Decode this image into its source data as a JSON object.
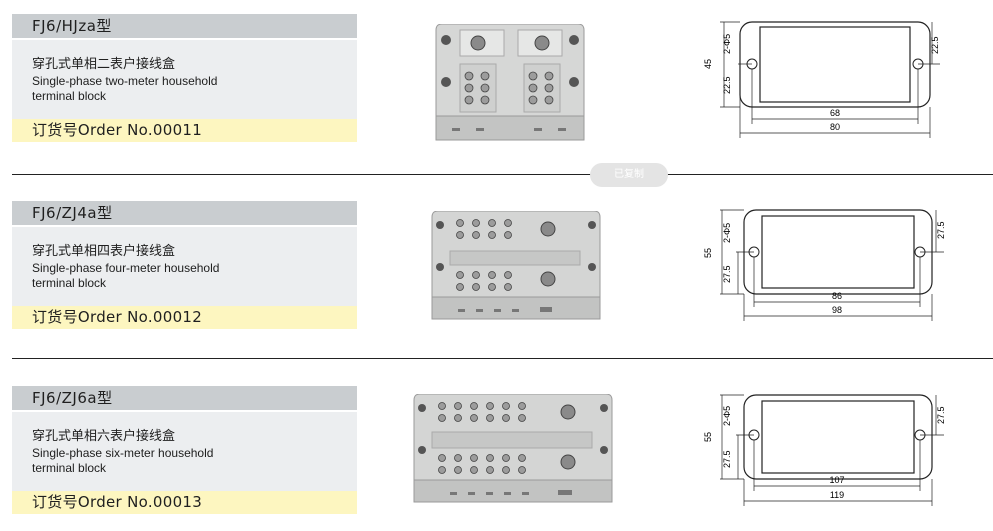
{
  "products": [
    {
      "model": "FJ6/HJza型",
      "name_cn": "穿孔式单相二表户接线盒",
      "name_en_line1": "Single-phase two-meter household",
      "name_en_line2": "terminal block",
      "order": "订货号Order No.00011",
      "dims": {
        "height": "45",
        "half_height": "22.5",
        "hole": "2-Φ5",
        "inner_width": "68",
        "outer_width": "80"
      },
      "terminals_per_row": 2
    },
    {
      "model": "FJ6/ZJ4a型",
      "name_cn": "穿孔式单相四表户接线盒",
      "name_en_line1": "Single-phase four-meter household",
      "name_en_line2": "terminal block",
      "order": "订货号Order No.00012",
      "dims": {
        "height": "55",
        "half_height": "27.5",
        "hole": "2-Φ5",
        "inner_width": "86",
        "outer_width": "98"
      },
      "terminals_per_row": 4
    },
    {
      "model": "FJ6/ZJ6a型",
      "name_cn": "穿孔式单相六表户接线盒",
      "name_en_line1": "Single-phase six-meter household",
      "name_en_line2": "terminal block",
      "order": "订货号Order No.00013",
      "dims": {
        "height": "55",
        "half_height": "27.5",
        "hole": "2-Φ5",
        "inner_width": "107",
        "outer_width": "119"
      },
      "terminals_per_row": 6
    }
  ],
  "toast": "已复制"
}
